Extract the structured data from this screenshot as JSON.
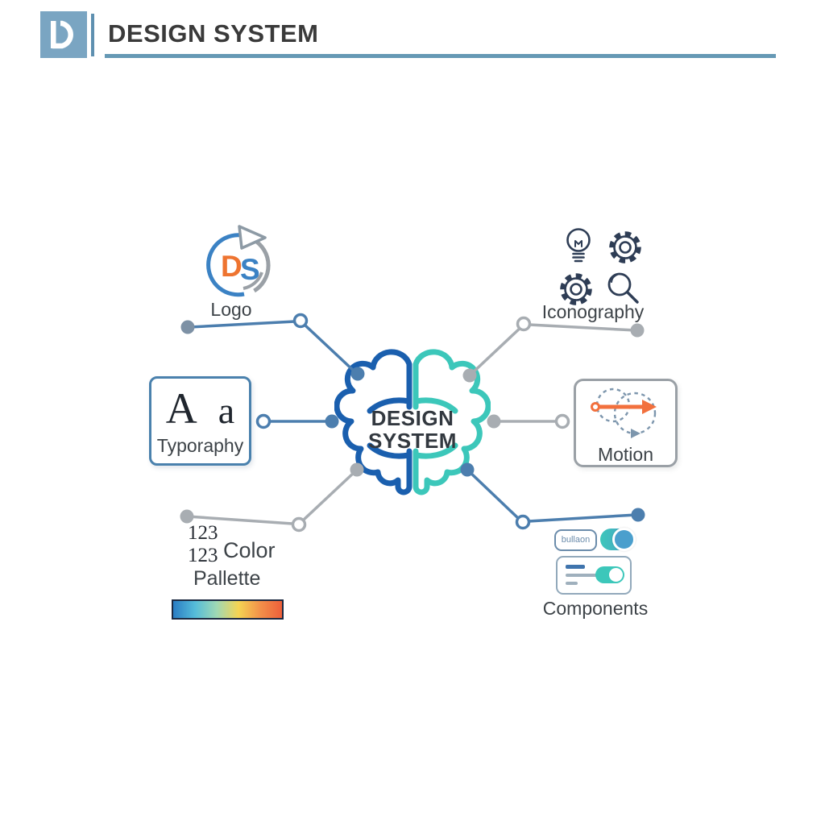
{
  "header": {
    "logo_letter": "D",
    "title": "DESIGN SYSTEM",
    "accent_color": "#6699b5",
    "logo_bg_color": "#7aa5c2"
  },
  "brain": {
    "line1": "DESIGN",
    "line2": "SYSTEM",
    "left_color": "#1a5fae",
    "right_color": "#3cc7ba",
    "text_color": "#32383f"
  },
  "nodes": {
    "logo": {
      "label": "Logo",
      "monogram_d": "D",
      "monogram_s": "S"
    },
    "iconography": {
      "label": "Iconography",
      "icons": [
        "lightbulb-icon",
        "gear-icon",
        "gear-icon",
        "magnifying-glass-icon"
      ]
    },
    "typography": {
      "label": "Typoraphy",
      "sample_large": "A",
      "sample_small": "a"
    },
    "motion": {
      "label": "Motion"
    },
    "color_palette": {
      "num_top": "123",
      "num_bottom": "123",
      "label_word1": "Color",
      "label_word2": "Pallette",
      "gradient": [
        "#2a7dc4",
        "#55bcd9",
        "#9fd9b4",
        "#f5d453",
        "#f2914a",
        "#ee5f3a"
      ]
    },
    "components": {
      "label": "Components",
      "button_text": "bullaon"
    }
  },
  "connectors": {
    "blue": "#4c7eae",
    "gray": "#a8adb2",
    "endpoint_gray_blue": "#7d91a5"
  },
  "palette": {
    "orange": "#f2703d",
    "icon_navy": "#2e3d55",
    "teal": "#3cc7ba",
    "toggle_blue": "#4b9cc9",
    "text_dark": "#3d4348",
    "monogram_orange": "#ee7430",
    "monogram_blue": "#3b82c4"
  }
}
